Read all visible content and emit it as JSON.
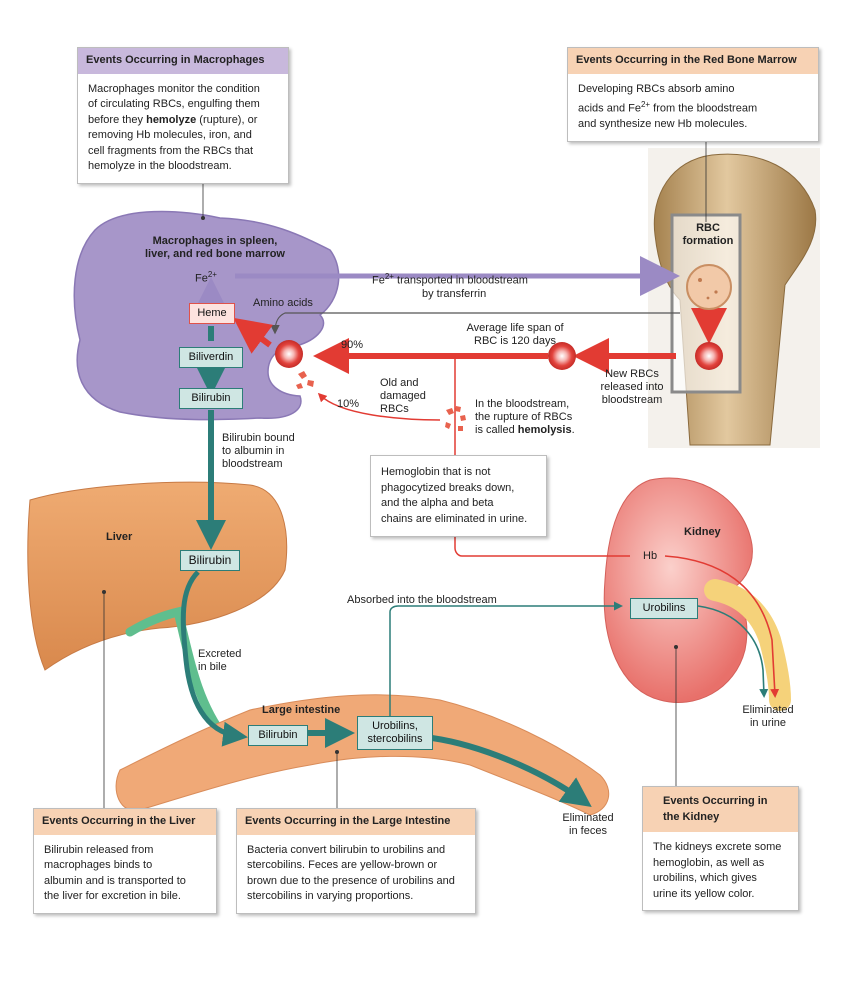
{
  "macrophage_box": {
    "title": "Events Occurring in Macrophages",
    "line1": "Macrophages monitor the condition",
    "line2": "of circulating RBCs, engulfing them",
    "line3_pre": "before they ",
    "line3_bold": "hemolyze",
    "line3_post": " (rupture), or",
    "line4": "removing Hb molecules, iron, and",
    "line5": "cell fragments from the RBCs that",
    "line6": "hemolyze in the bloodstream."
  },
  "marrow_box": {
    "title": "Events Occurring in the Red Bone Marrow",
    "line1": "Developing RBCs absorb amino",
    "line2_pre": "acids and Fe",
    "line2_sup": "2+",
    "line2_post": " from the bloodstream",
    "line3": "and synthesize new Hb molecules."
  },
  "macrophage_cell": {
    "title_line1": "Macrophages in spleen,",
    "title_line2": "liver, and red bone marrow",
    "fe": "Fe",
    "fe_sup": "2+",
    "heme": "Heme",
    "amino_acids": "Amino acids",
    "biliverdin": "Biliverdin",
    "bilirubin": "Bilirubin"
  },
  "fe_transport": {
    "pre": "Fe",
    "sup": "2+",
    "line1_post": " transported in bloodstream",
    "line2": "by transferrin"
  },
  "rbc_formation": {
    "line1": "RBC",
    "line2": "formation"
  },
  "new_rbcs": {
    "line1": "New RBCs",
    "line2": "released into",
    "line3": "bloodstream"
  },
  "lifespan": {
    "line1": "Average life span of",
    "line2": "RBC is 120 days"
  },
  "percent_90": "90%",
  "percent_10": "10%",
  "old_damaged": {
    "line1": "Old and",
    "line2": "damaged",
    "line3": "RBCs"
  },
  "hemolysis": {
    "line1": "In the bloodstream,",
    "line2": "the rupture of RBCs",
    "line3_pre": "is called ",
    "line3_bold": "hemolysis",
    "line3_post": "."
  },
  "hemoglobin_box": {
    "line1": "Hemoglobin that is not",
    "line2": "phagocytized breaks down,",
    "line3": "and the alpha and beta",
    "line4": "chains are eliminated in urine."
  },
  "bilirubin_albumin": {
    "line1": "Bilirubin bound",
    "line2": "to albumin in",
    "line3": "bloodstream"
  },
  "liver": {
    "label": "Liver",
    "bilirubin": "Bilirubin"
  },
  "excreted_bile": {
    "line1": "Excreted",
    "line2": "in bile"
  },
  "absorbed": "Absorbed into the bloodstream",
  "kidney": {
    "label": "Kidney",
    "hb": "Hb",
    "urobilins": "Urobilins"
  },
  "eliminated_urine": {
    "line1": "Eliminated",
    "line2": "in urine"
  },
  "intestine": {
    "label": "Large intestine",
    "bilirubin": "Bilirubin",
    "uro_line1": "Urobilins,",
    "uro_line2": "stercobilins"
  },
  "eliminated_feces": {
    "line1": "Eliminated",
    "line2": "in feces"
  },
  "liver_box": {
    "title": "Events Occurring in the Liver",
    "line1": "Bilirubin released from",
    "line2": "macrophages binds to",
    "line3": "albumin and is transported to",
    "line4": "the liver for excretion in bile."
  },
  "intestine_box": {
    "title": "Events Occurring in the Large Intestine",
    "line1": "Bacteria convert bilirubin to urobilins and",
    "line2": "stercobilins. Feces are yellow-brown or",
    "line3": "brown due to the presence of urobilins and",
    "line4": "stercobilins in varying proportions."
  },
  "kidney_box": {
    "title_line1": "Events Occurring in",
    "title_line2": "the Kidney",
    "line1": "The kidneys excrete some",
    "line2": "hemoglobin, as well as",
    "line3": "urobilins, which gives",
    "line4": "urine its yellow color."
  },
  "colors": {
    "purple_cell": "#a796c9",
    "purple_arrow": "#9b8ac4",
    "red_arrow": "#e23b33",
    "teal_arrow": "#2c7d78",
    "liver": "#e69a5e",
    "intestine": "#f0a977",
    "kidney": "#ec8a84",
    "bone": "#c9a678"
  }
}
